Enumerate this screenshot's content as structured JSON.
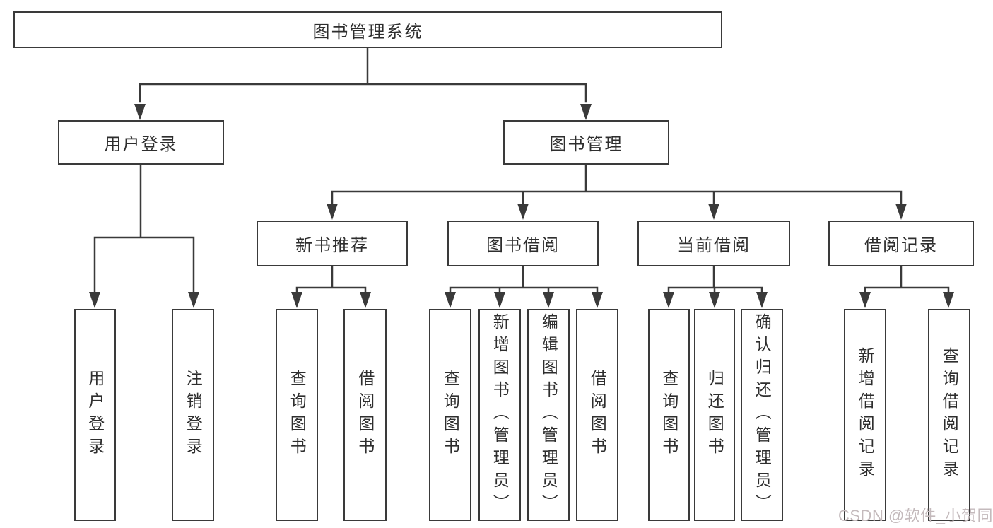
{
  "tree": {
    "label": "图书管理系统",
    "children": [
      {
        "label": "用户登录",
        "children": [
          {
            "label": "用户登录"
          },
          {
            "label": "注销登录"
          }
        ]
      },
      {
        "label": "图书管理",
        "children": [
          {
            "label": "新书推荐",
            "children": [
              {
                "label": "查询图书"
              },
              {
                "label": "借阅图书"
              }
            ]
          },
          {
            "label": "图书借阅",
            "children": [
              {
                "label": "查询图书"
              },
              {
                "label": "新增图书（管理员）"
              },
              {
                "label": "编辑图书（管理员）"
              },
              {
                "label": "借阅图书"
              }
            ]
          },
          {
            "label": "当前借阅",
            "children": [
              {
                "label": "查询图书"
              },
              {
                "label": "归还图书"
              },
              {
                "label": "确认归还（管理员）"
              }
            ]
          },
          {
            "label": "借阅记录",
            "children": [
              {
                "label": "新增借阅记录"
              },
              {
                "label": "查询借阅记录"
              }
            ]
          }
        ]
      }
    ]
  },
  "watermark": "CSDN @软件_小贺同学",
  "colors": {
    "line": "#3a3a3a",
    "text": "#2e2e2e",
    "background": "#ffffff",
    "watermark": "#c4babc"
  }
}
